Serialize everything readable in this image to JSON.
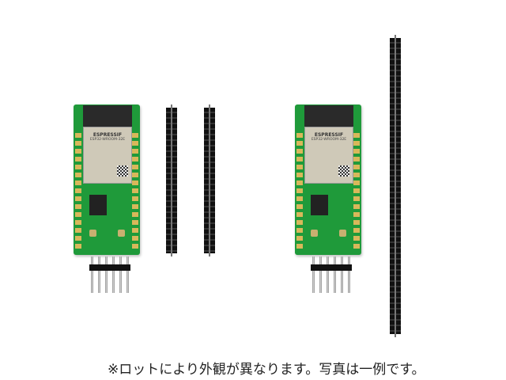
{
  "photo": {
    "module_logo": "ESPRESSIF",
    "module_model": "ESP32-WROOM-32E",
    "colors": {
      "pcb": "#1f9a3a",
      "header": "#111111",
      "background": "#ffffff"
    }
  },
  "caption": "※ロットにより外観が異なります。写真は一例です。"
}
